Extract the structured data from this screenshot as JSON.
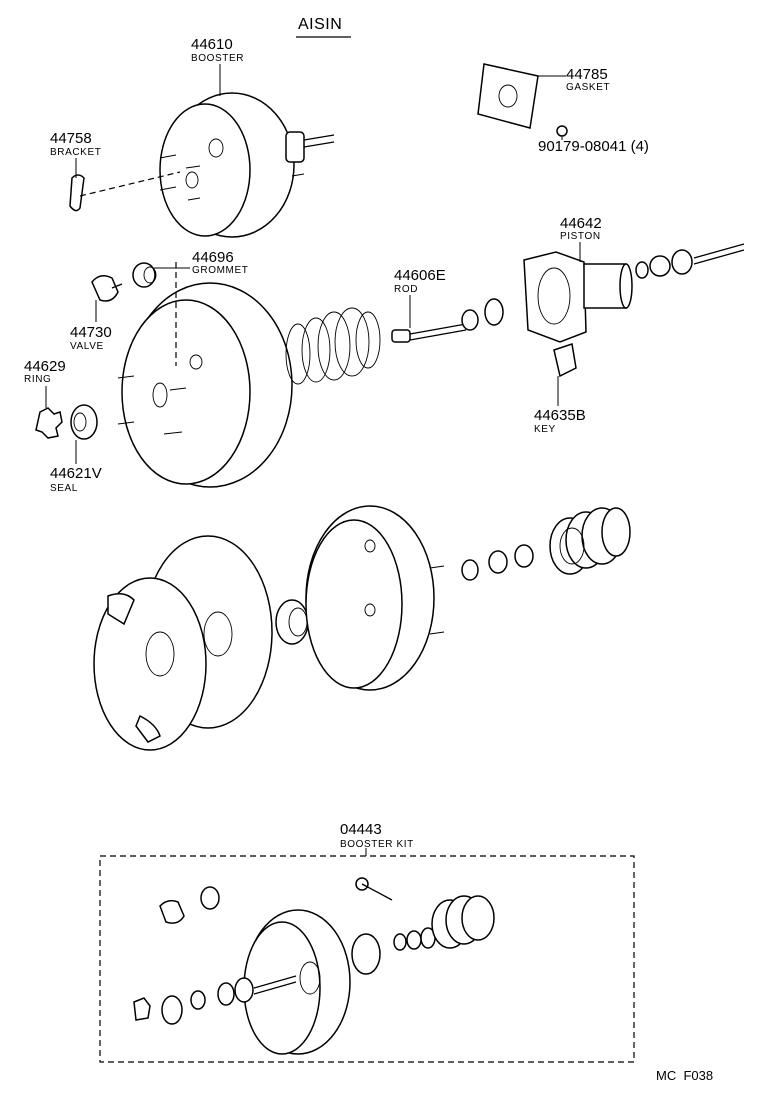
{
  "header": {
    "brand": "AISIN"
  },
  "parts": {
    "booster": {
      "number": "44610",
      "name": "BOOSTER"
    },
    "bracket": {
      "number": "44758",
      "name": "BRACKET"
    },
    "gasket": {
      "number": "44785",
      "name": "GASKET"
    },
    "nut": {
      "number": "90179-08041 (4)"
    },
    "grommet": {
      "number": "44696",
      "name": "GROMMET"
    },
    "valve": {
      "number": "44730",
      "name": "VALVE"
    },
    "ring": {
      "number": "44629",
      "name": "RING"
    },
    "seal": {
      "number": "44621V",
      "name": "SEAL"
    },
    "rod": {
      "number": "44606E",
      "name": "ROD"
    },
    "piston": {
      "number": "44642",
      "name": "PISTON"
    },
    "key": {
      "number": "44635B",
      "name": "KEY"
    },
    "booster_kit": {
      "number": "04443",
      "name": "BOOSTER KIT"
    }
  },
  "footer": {
    "code": "MC  F038"
  }
}
